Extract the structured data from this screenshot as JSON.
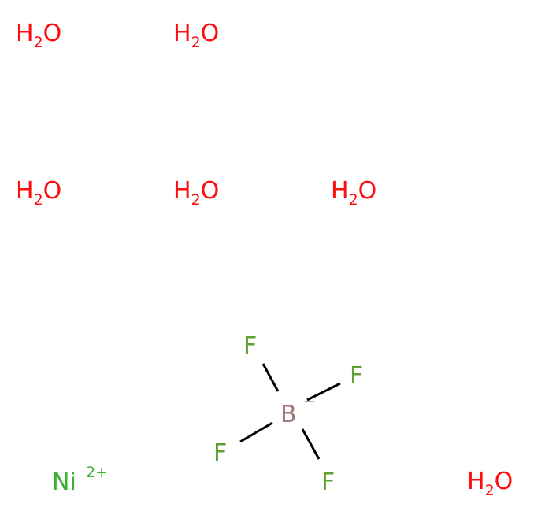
{
  "colors": {
    "oxygen": "#ff0d0d",
    "fluorine": "#5fa030",
    "boron": "#a07878",
    "nickel": "#3cb030",
    "bond": "#000000"
  },
  "water": {
    "h": "H",
    "sub": "2",
    "o": "O"
  },
  "waters": [
    {
      "h": "H",
      "sub": "2",
      "o": "O"
    },
    {
      "h": "H",
      "sub": "2",
      "o": "O"
    },
    {
      "h": "H",
      "sub": "2",
      "o": "O"
    },
    {
      "h": "H",
      "sub": "2",
      "o": "O"
    },
    {
      "h": "H",
      "sub": "2",
      "o": "O"
    },
    {
      "h": "H",
      "sub": "2",
      "o": "O"
    }
  ],
  "tetrafluoroborate": {
    "boron": "B",
    "boron_charge": "−",
    "fluorines": [
      "F",
      "F",
      "F",
      "F"
    ]
  },
  "nickel": {
    "symbol": "Ni",
    "charge": "2+"
  }
}
